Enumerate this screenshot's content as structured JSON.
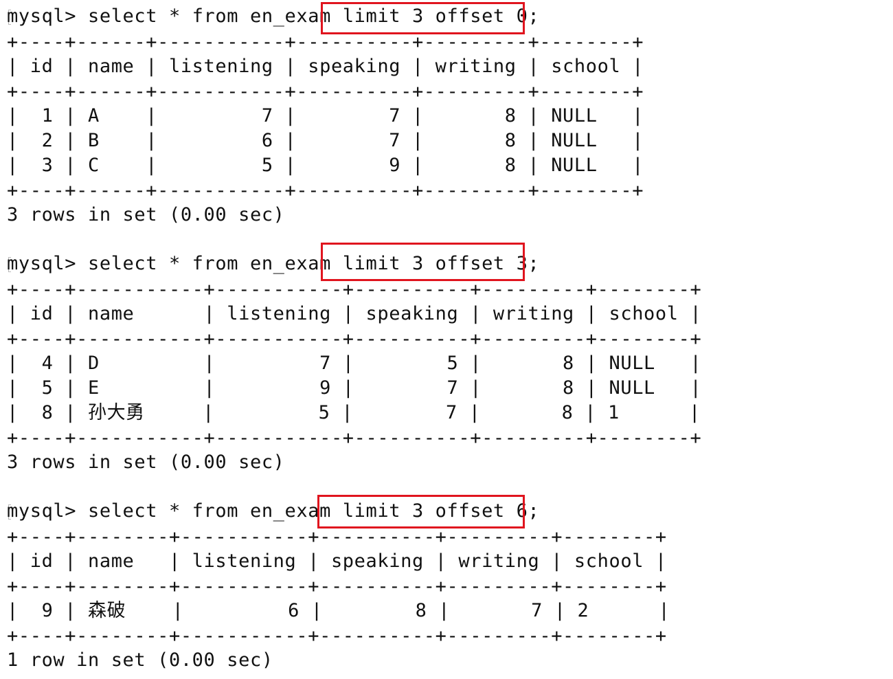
{
  "terminal": {
    "blocks": [
      {
        "prompt": "mysql> select * from en_exam ",
        "clause": "limit 3 offset 0;",
        "border": "+----+------+-----------+----------+---------+--------+",
        "header": "| id | name | listening | speaking | writing | school |",
        "rows": [
          "|  1 | A    |         7 |        7 |       8 | NULL   |",
          "|  2 | B    |         6 |        7 |       8 | NULL   |",
          "|  3 | C    |         5 |        9 |       8 | NULL   |"
        ],
        "summary": "3 rows in set (0.00 sec)"
      },
      {
        "prompt": "mysql> select * from en_exam ",
        "clause": "limit 3 offset 3;",
        "border": "+----+-----------+-----------+----------+---------+--------+",
        "header": "| id | name      | listening | speaking | writing | school |",
        "rows": [
          "|  4 | D         |         7 |        5 |       8 | NULL   |",
          "|  5 | E         |         9 |        7 |       8 | NULL   |",
          "|  8 | 孙大勇     |         5 |        7 |       8 | 1      |"
        ],
        "summary": "3 rows in set (0.00 sec)"
      },
      {
        "prompt": "mysql> select * from en_exam ",
        "clause": "limit 3 offset 6;",
        "border": "+----+--------+-----------+----------+---------+--------+",
        "header": "| id | name   | listening | speaking | writing | school |",
        "rows": [
          "|  9 | 森破    |         6 |        8 |       7 | 2      |"
        ],
        "summary": "1 row in set (0.00 sec)"
      }
    ]
  },
  "colors": {
    "text": "#111111",
    "highlight_border": "#e0141e",
    "bracket": "#b8b8b8"
  }
}
